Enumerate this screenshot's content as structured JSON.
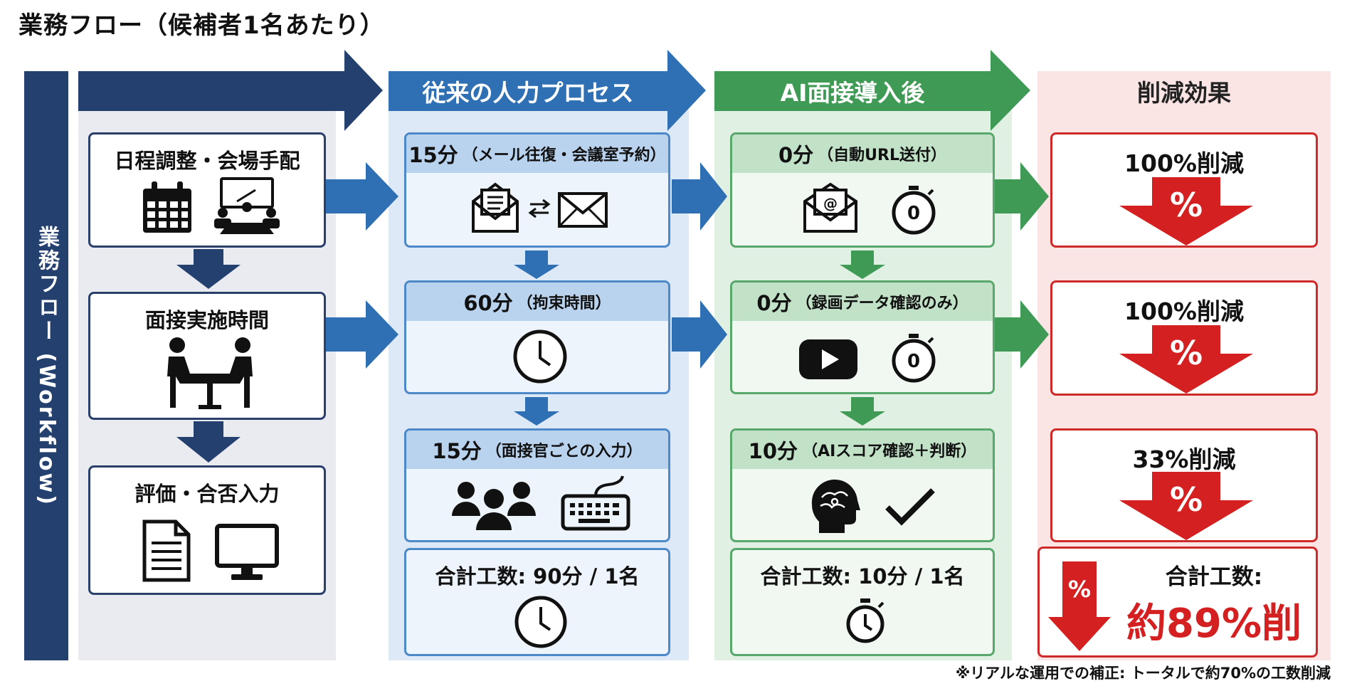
{
  "title": "業務フロー（候補者1名あたり）",
  "sidebar_label": "業務フロー (Workflow)",
  "columns": {
    "traditional": "従来の人力プロセス",
    "ai": "AI面接導入後",
    "effect": "削減効果"
  },
  "steps": [
    {
      "name": "日程調整・会場手配",
      "traditional_time": "15分",
      "traditional_note": "（メール往復・会議室予約）",
      "ai_time": "0分",
      "ai_note": "（自動URL送付）",
      "reduction": "100%削減"
    },
    {
      "name": "面接実施時間",
      "traditional_time": "60分",
      "traditional_note": "（拘束時間）",
      "ai_time": "0分",
      "ai_note": "（録画データ確認のみ）",
      "reduction": "100%削減"
    },
    {
      "name": "評価・合否入力",
      "traditional_time": "15分",
      "traditional_note": "（面接官ごとの入力）",
      "ai_time": "10分",
      "ai_note": "（AIスコア確認＋判断）",
      "reduction": "33%削減"
    }
  ],
  "totals": {
    "traditional": "合計工数: 90分 / 1名",
    "ai": "合計工数: 10分 / 1名",
    "effect_label": "合計工数:",
    "effect_value": "約89%削"
  },
  "percent_symbol": "%",
  "footnote": "※リアルな運用での補正: トータルで約70%の工数削減",
  "colors": {
    "navy": "#24406f",
    "blue": "#2f6fb3",
    "green": "#3f9a55",
    "red": "#d42020"
  }
}
